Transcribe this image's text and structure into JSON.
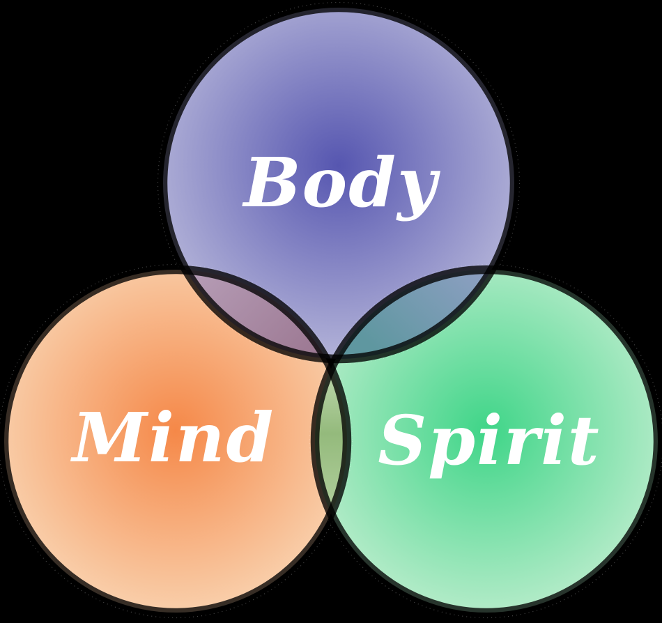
{
  "diagram": {
    "type": "venn-3",
    "background": "#000000",
    "label_color": "#ffffff",
    "outline_color": "#000000",
    "circles": [
      {
        "label": "Body",
        "position": "top",
        "center_color": "#5656b0",
        "edge_color": "#b3b3d8"
      },
      {
        "label": "Mind",
        "position": "bottom-left",
        "center_color": "#f58848",
        "edge_color": "#f9cfab"
      },
      {
        "label": "Spirit",
        "position": "bottom-right",
        "center_color": "#3fd588",
        "edge_color": "#b3ebc8"
      }
    ],
    "overlap_colors": {
      "body_mind_outer": "#b69db6",
      "body_mind_inner": "#9e7b95",
      "body_spirit_outer": "#8d9fc2",
      "body_spirit_inner": "#5f97a0",
      "mind_spirit_top": "#c9dfba",
      "mind_spirit_mid": "#94ba7c",
      "mind_spirit_bottom": "#b9d5a5",
      "center": "#8c9c94"
    }
  }
}
